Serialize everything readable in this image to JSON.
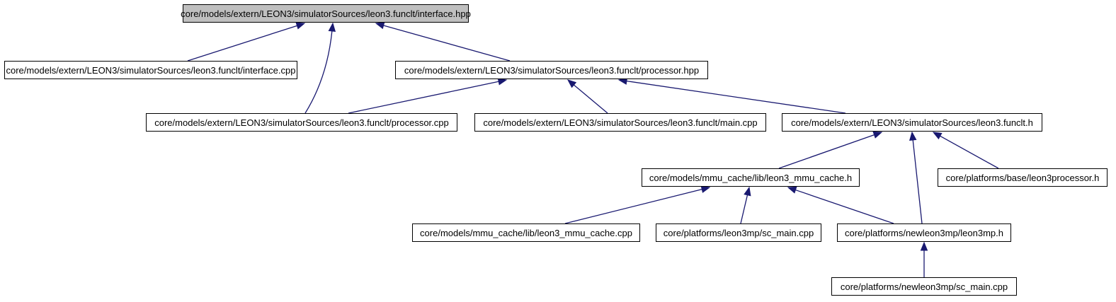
{
  "diagram": {
    "edge_color": "#191970",
    "root_fill": "#bfbfbf",
    "nodes": {
      "interface_hpp": "core/models/extern/LEON3/simulatorSources/leon3.funclt/interface.hpp",
      "interface_cpp": "core/models/extern/LEON3/simulatorSources/leon3.funclt/interface.cpp",
      "processor_hpp": "core/models/extern/LEON3/simulatorSources/leon3.funclt/processor.hpp",
      "processor_cpp": "core/models/extern/LEON3/simulatorSources/leon3.funclt/processor.cpp",
      "main_cpp": "core/models/extern/LEON3/simulatorSources/leon3.funclt/main.cpp",
      "funclt_h": "core/models/extern/LEON3/simulatorSources/leon3.funclt.h",
      "mmu_cache_h": "core/models/mmu_cache/lib/leon3_mmu_cache.h",
      "leon3processor_h": "core/platforms/base/leon3processor.h",
      "mmu_cache_cpp": "core/models/mmu_cache/lib/leon3_mmu_cache.cpp",
      "leon3mp_sc_main": "core/platforms/leon3mp/sc_main.cpp",
      "newleon3mp_h": "core/platforms/newleon3mp/leon3mp.h",
      "newleon3mp_sc_main": "core/platforms/newleon3mp/sc_main.cpp"
    },
    "edges": [
      {
        "from": "interface_cpp",
        "to": "interface_hpp"
      },
      {
        "from": "processor_cpp",
        "to": "interface_hpp"
      },
      {
        "from": "processor_hpp",
        "to": "interface_hpp"
      },
      {
        "from": "processor_cpp",
        "to": "processor_hpp"
      },
      {
        "from": "main_cpp",
        "to": "processor_hpp"
      },
      {
        "from": "funclt_h",
        "to": "processor_hpp"
      },
      {
        "from": "mmu_cache_h",
        "to": "funclt_h"
      },
      {
        "from": "newleon3mp_h",
        "to": "funclt_h"
      },
      {
        "from": "leon3processor_h",
        "to": "funclt_h"
      },
      {
        "from": "mmu_cache_cpp",
        "to": "mmu_cache_h"
      },
      {
        "from": "leon3mp_sc_main",
        "to": "mmu_cache_h"
      },
      {
        "from": "newleon3mp_h",
        "to": "mmu_cache_h"
      },
      {
        "from": "newleon3mp_sc_main",
        "to": "newleon3mp_h"
      }
    ]
  }
}
